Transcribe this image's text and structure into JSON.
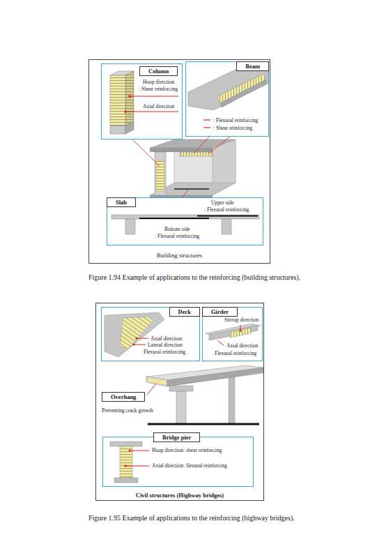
{
  "diagram": {
    "nodes": [
      {
        "text": [
          "Building structures"
        ]
      },
      {
        "text": [
          "Hoop direction",
          ": Shear reinforcing",
          "Axial direction"
        ],
        "in": 0
      },
      {
        "text": [
          "Column"
        ],
        "in": 1
      },
      {
        "text": [
          ": Flexural reinforcing",
          ": Shear reinforcing"
        ],
        "in": 0
      },
      {
        "text": [
          "Beam"
        ],
        "in": 3
      },
      {
        "text": [
          "Upper side",
          ": Flexural reinforcing",
          "Bottom side",
          ": Flexural reinforcing"
        ],
        "in": 0
      },
      {
        "text": [
          "Slab"
        ],
        "in": 5
      },
      {
        "text": [
          "Civil structures (Highway bridges)"
        ]
      },
      {
        "text": [
          "Axial direction",
          "Lateral direction",
          "Flexural reinforcing"
        ],
        "in": 7
      },
      {
        "text": [
          "Deck"
        ],
        "in": 8
      },
      {
        "text": [
          "Stirrup direction",
          "Axial direction",
          "Flexural reinforcing"
        ],
        "in": 7
      },
      {
        "text": [
          "Girder"
        ],
        "in": 10
      },
      {
        "text": [
          "Overhang"
        ],
        "in": 7
      },
      {
        "text": [
          "Hoop direction: shear reinforcing",
          "Axial direction: flexural reinforcing"
        ],
        "in": 7
      },
      {
        "text": [
          "Bridge pier"
        ],
        "in": 13
      }
    ],
    "labels": [
      "Preventing crack growth",
      "Figure 1.94 Example of applications to the reinforcing (building structures).",
      "Figure 1.95 Example of applications to the reinforcing (highway bridges)."
    ]
  }
}
